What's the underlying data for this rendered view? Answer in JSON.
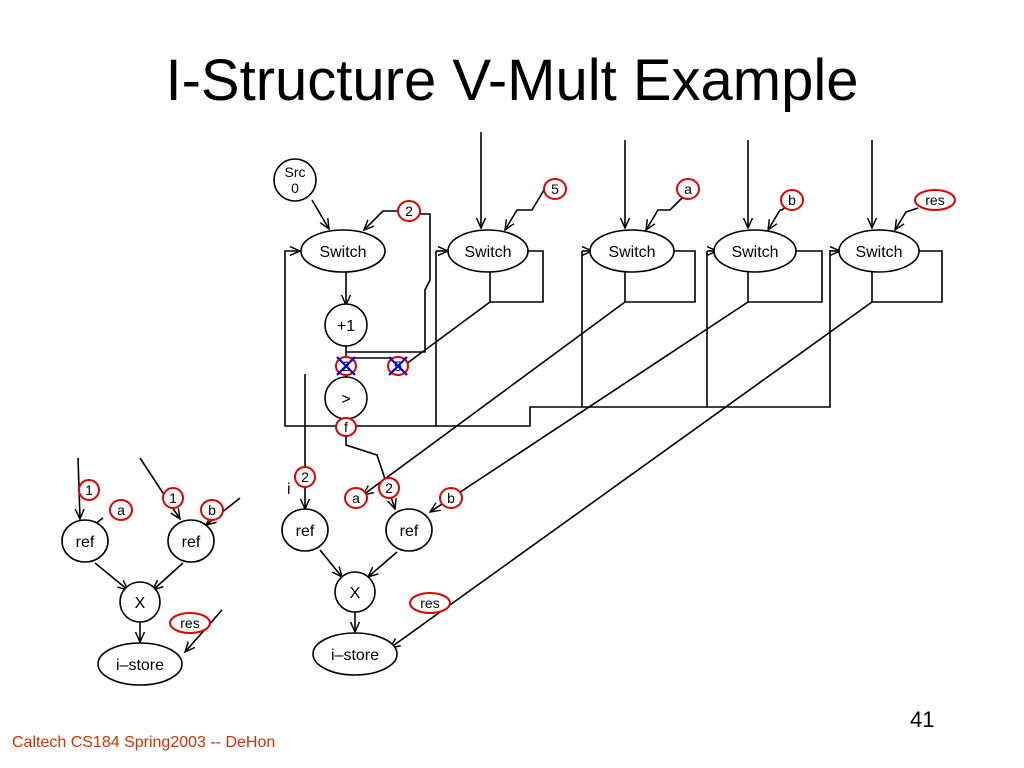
{
  "slide": {
    "title": "I-Structure V-Mult Example",
    "footer": "Caltech CS184 Spring2003 -- DeHon",
    "page_number": "41"
  },
  "diagram": {
    "nodes": {
      "src": [
        "Src",
        "0"
      ],
      "switch_1": "Switch",
      "switch_2": "Switch",
      "switch_3": "Switch",
      "switch_4": "Switch",
      "switch_5": "Switch",
      "plus_one": "+1",
      "compare": ">",
      "ref_left_1": "ref",
      "ref_left_2": "ref",
      "mult_left": "X",
      "istore_left": "i–store",
      "ref_right_1": "ref",
      "ref_right_2": "ref",
      "mult_right": "X",
      "istore_right": "i–store"
    },
    "tokens": {
      "switch_1_token": "2",
      "switch_2_token": "5",
      "switch_3_token": "a",
      "switch_4_token": "b",
      "switch_5_token": "res",
      "compare_in_left": "2",
      "compare_in_right": "5",
      "compare_out": "f",
      "left_ref1_index": "1",
      "left_ref1_array": "a",
      "left_ref2_index": "1",
      "left_ref2_array": "b",
      "left_res": "res",
      "right_ref1_index": "2",
      "right_ref1_array": "a",
      "right_ref2_index": "2",
      "right_ref2_array": "b",
      "right_res": "res"
    },
    "labels": {
      "index_label": "i"
    }
  }
}
